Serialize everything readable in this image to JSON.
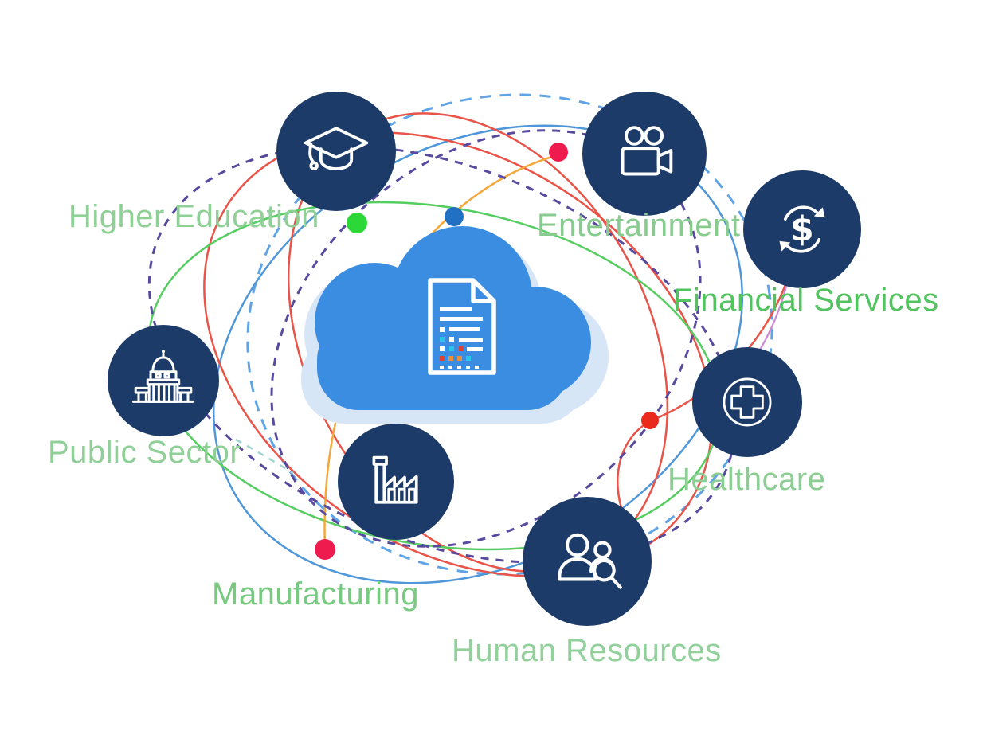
{
  "diagram": {
    "description": "Central cloud document hub orbited by industry sectors",
    "center_icon": "cloud-document",
    "dollar_glyph": "$",
    "sectors": [
      {
        "id": "higher-education",
        "label": "Higher Education",
        "icon": "graduation-cap",
        "label_color": "#8fd096"
      },
      {
        "id": "entertainment",
        "label": "Entertainment",
        "icon": "video-camera",
        "label_color": "#87cb8e"
      },
      {
        "id": "financial-services",
        "label": "Financial Services",
        "icon": "dollar-cycle",
        "label_color": "#52c45f"
      },
      {
        "id": "healthcare",
        "label": "Healthcare",
        "icon": "medical-cross",
        "label_color": "#8ccd93"
      },
      {
        "id": "human-resources",
        "label": "Human Resources",
        "icon": "people-search",
        "label_color": "#93d19c"
      },
      {
        "id": "manufacturing",
        "label": "Manufacturing",
        "icon": "factory",
        "label_color": "#77ca80"
      },
      {
        "id": "public-sector",
        "label": "Public Sector",
        "icon": "capitol-building",
        "label_color": "#90cf98"
      }
    ],
    "orbit_dots": [
      "green",
      "blue",
      "crimson-top",
      "crimson-bottom",
      "red"
    ],
    "palette": {
      "node_navy": "#1d3b68",
      "cloud_blue": "#3b8de2",
      "cloud_shadow": "#d7e6f7",
      "orbit_dashed_blue": "#5fa4e6",
      "orbit_solid_blue": "#4f97d8",
      "orbit_red": "#e95348",
      "orbit_green": "#55cd60",
      "orbit_orange": "#f4a83c",
      "orbit_dashed_purple": "#584a9e",
      "orbit_pink": "#cf8ad6",
      "orbit_dashed_teal": "#9fd4cf",
      "dot_green": "#2bd837",
      "dot_blue": "#2270c4",
      "dot_crimson": "#ee1c4e",
      "dot_red": "#e92a1d",
      "icon_stroke": "#ffffff",
      "doc_accent_cyan": "#29c4e8",
      "doc_accent_red": "#d94436",
      "doc_accent_orange": "#e8913a"
    }
  }
}
